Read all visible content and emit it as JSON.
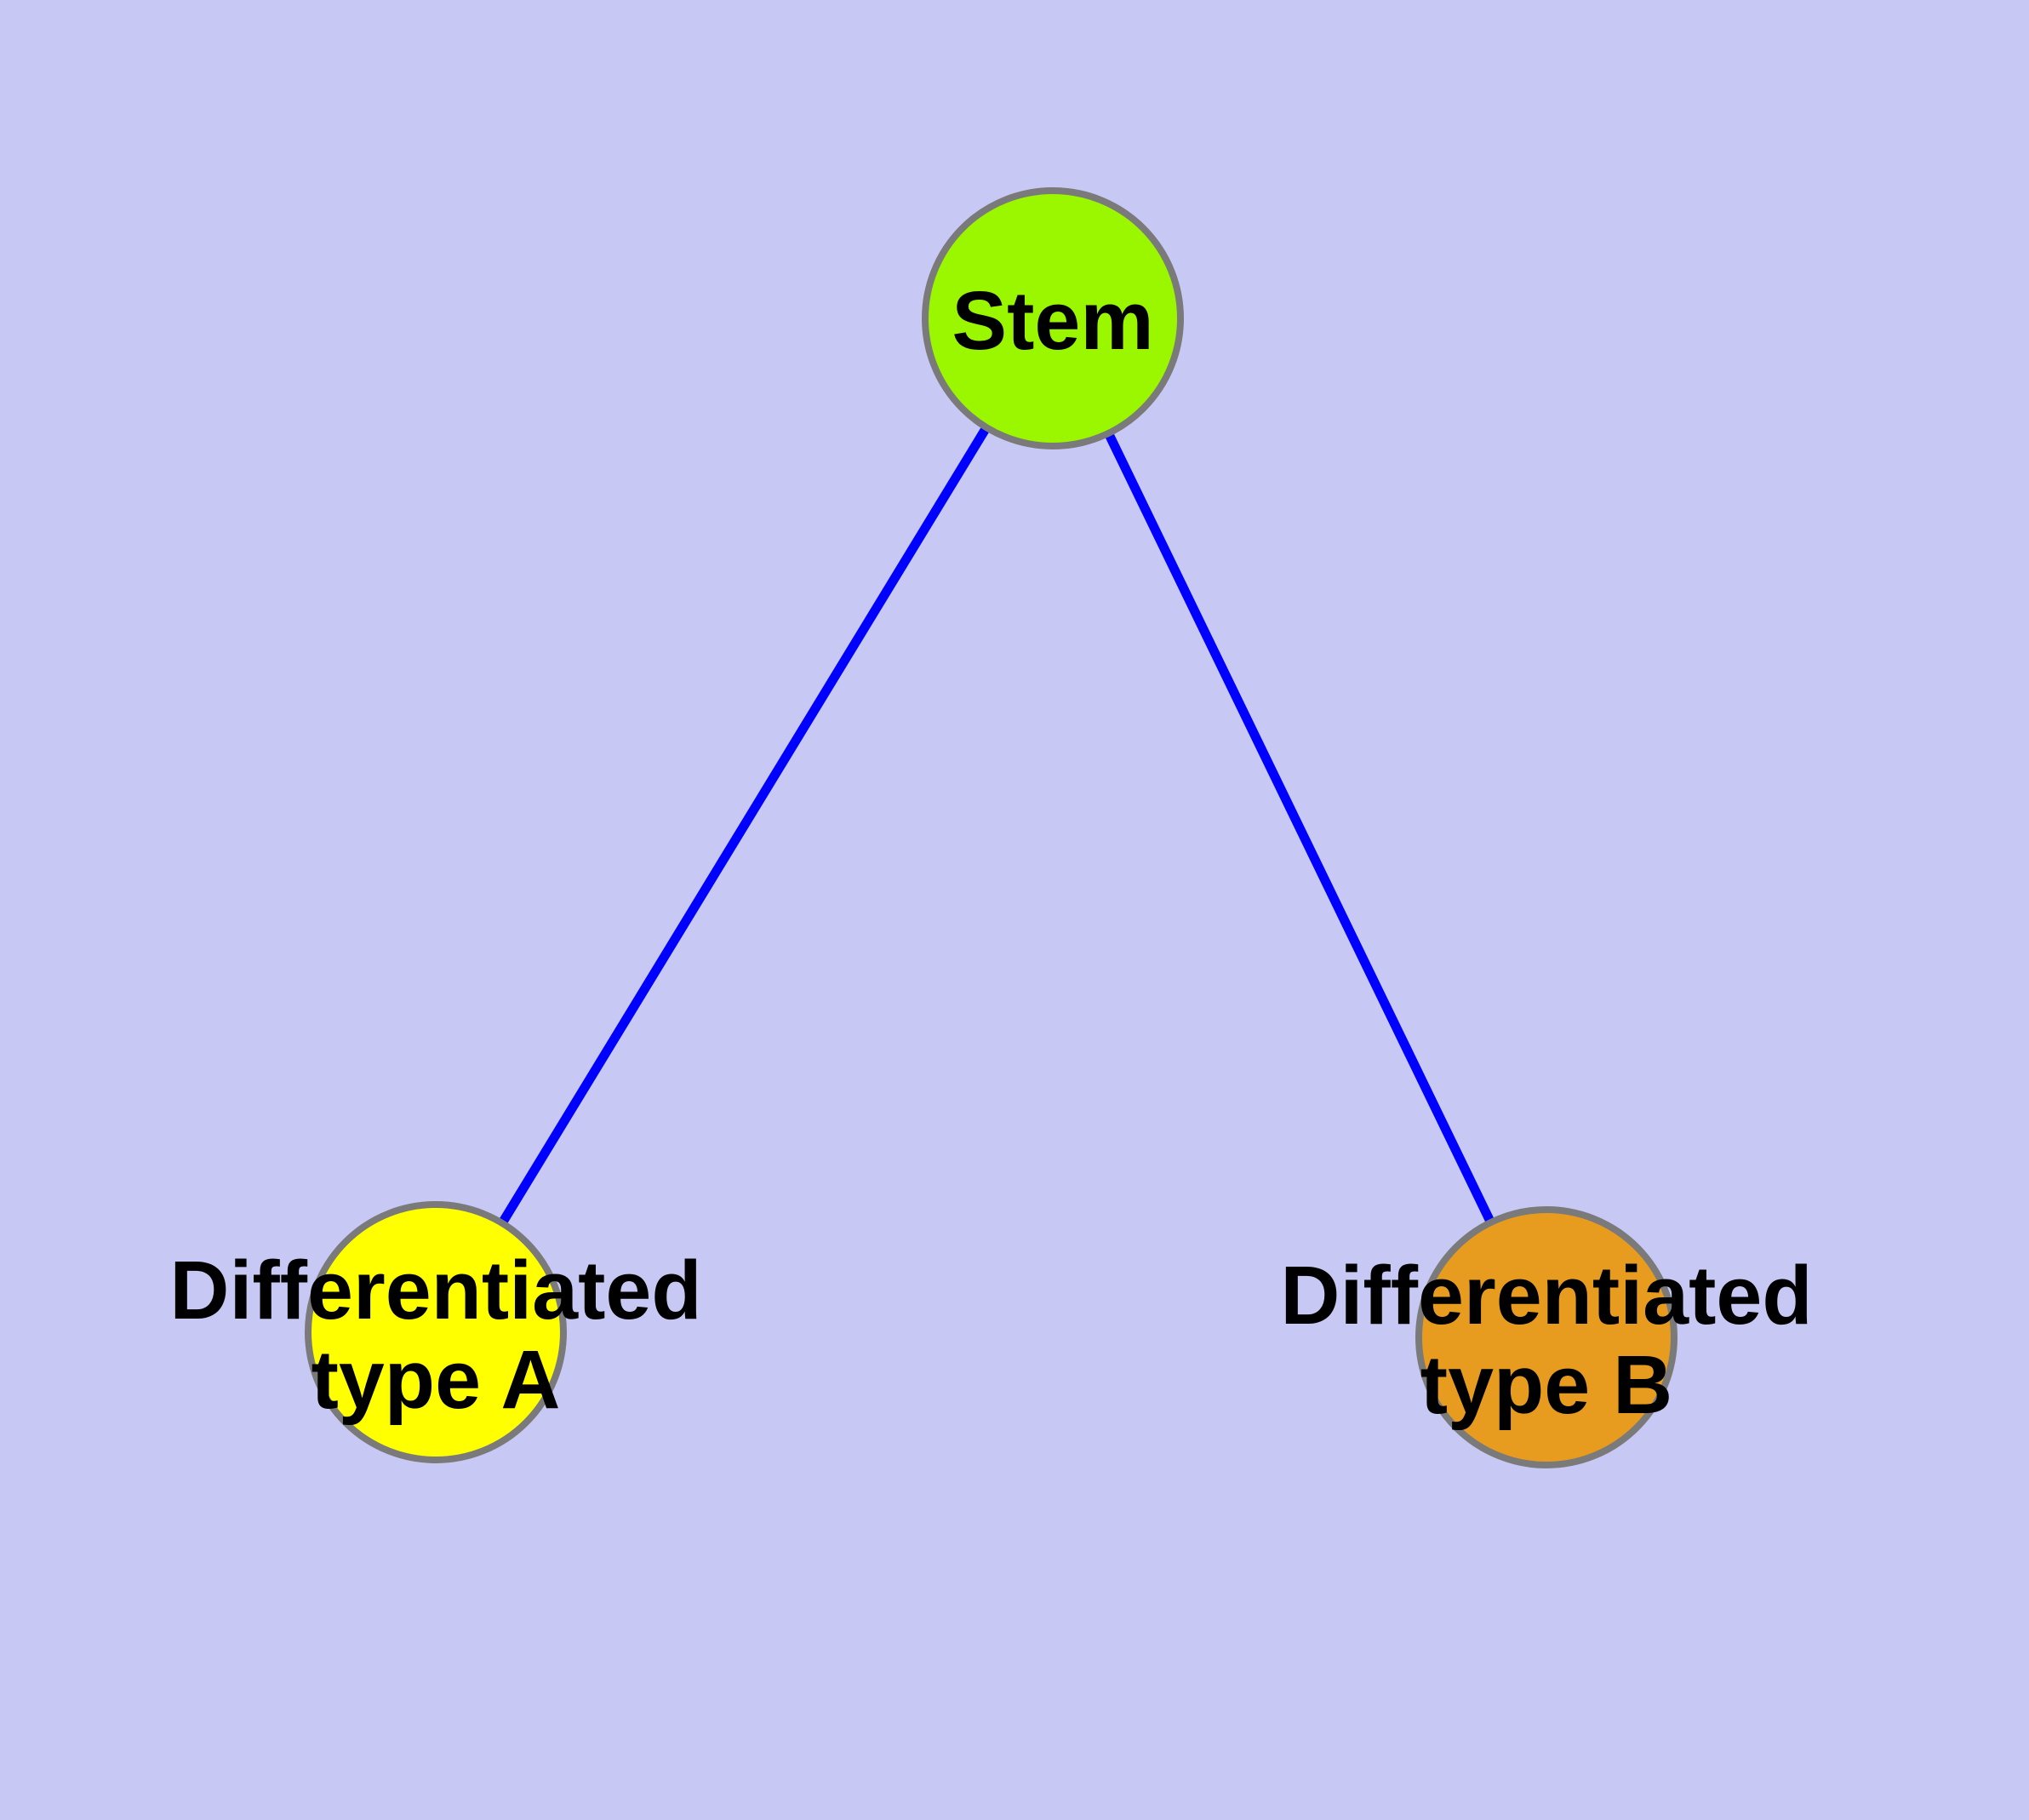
{
  "canvas": {
    "background": "#C8C8F5"
  },
  "diagram": {
    "type": "graph",
    "description": "Stem cell differentiation diagram: one stem node linked to two differentiated cell-type nodes",
    "nodes": [
      {
        "id": "stem",
        "label": "Stem",
        "lines": [
          "Stem"
        ],
        "fill": "#9BF700",
        "stroke": "#7A7A7A",
        "shape": "circle"
      },
      {
        "id": "typeA",
        "label": "Differentiated type A",
        "lines": [
          "Differentiated",
          "type A"
        ],
        "fill": "#FFFF00",
        "stroke": "#7A7A7A",
        "shape": "circle"
      },
      {
        "id": "typeB",
        "label": "Differentiated type B",
        "lines": [
          "Differentiated",
          "type B"
        ],
        "fill": "#E79C1F",
        "stroke": "#7A7A7A",
        "shape": "circle"
      }
    ],
    "edges": [
      {
        "from": "stem",
        "to": "typeA",
        "color": "#0000FF"
      },
      {
        "from": "stem",
        "to": "typeB",
        "color": "#0000FF"
      }
    ]
  }
}
